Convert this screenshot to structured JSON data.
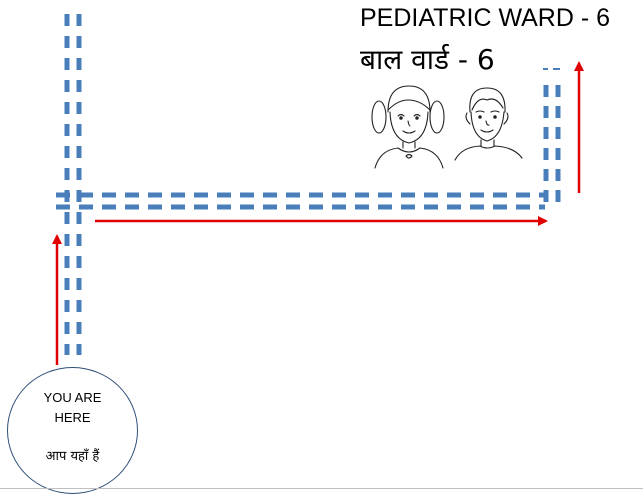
{
  "destination": {
    "title": "PEDIATRIC WARD - 6",
    "subtitle": "बाल वार्ड  - 6"
  },
  "you_are_here": {
    "label": "YOU ARE HERE",
    "label_hindi": "आप यहाँ हैं"
  },
  "colors": {
    "corridor": "#4a7ebb",
    "arrow": "#e00000",
    "marker_border": "#2f4f7a"
  },
  "icons": [
    "girl-illustration",
    "boy-illustration"
  ]
}
